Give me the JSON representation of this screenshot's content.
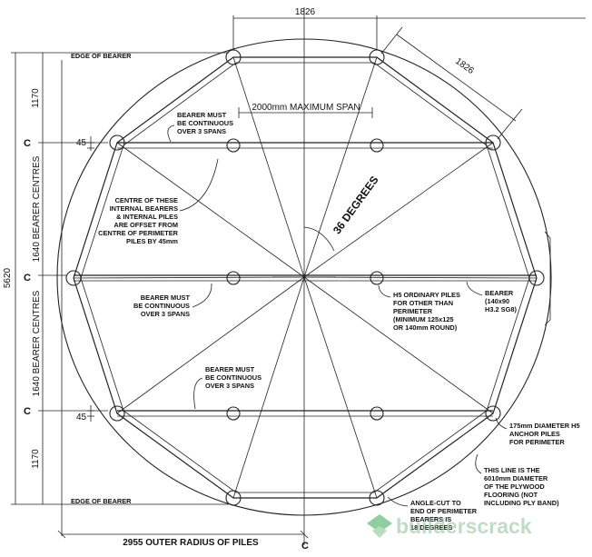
{
  "dimensions": {
    "top_pile_spacing": "1826",
    "diagonal_pile_spacing": "1826",
    "max_span": "2000mm MAXIMUM SPAN",
    "overall_height": "5620",
    "top_margin": "1170",
    "bottom_margin": "1170",
    "upper_bearer_centres": "1640 BEARER CENTRES",
    "lower_bearer_centres": "1640 BEARER CENTRES",
    "outer_radius": "2955 OUTER RADIUS OF PILES",
    "offset_top": "45",
    "offset_bottom": "45",
    "angle": "36 DEGREES"
  },
  "markers": {
    "c_upper": "C",
    "c_middle": "C",
    "c_lower": "C",
    "c_bottom": "C"
  },
  "labels": {
    "edge_top": "EDGE OF BEARER",
    "edge_bottom": "EDGE OF BEARER",
    "bearer_continuous_top": [
      "BEARER MUST",
      "BE CONTINUOUS",
      "OVER 3 SPANS"
    ],
    "bearer_continuous_mid": [
      "BEARER MUST",
      "BE CONTINUOUS",
      "OVER 3 SPANS"
    ],
    "bearer_continuous_low": [
      "BEARER MUST",
      "BE CONTINUOUS",
      "OVER 3 SPANS"
    ],
    "centre_offset": [
      "CENTRE OF THESE",
      "INTERNAL BEARERS",
      "& INTERNAL PILES",
      "ARE OFFSET FROM",
      "CENTRE OF PERIMETER",
      "PILES BY 45mm"
    ],
    "ordinary_piles": [
      "H5 ORDINARY PILES",
      "FOR OTHER THAN",
      "PERIMETER",
      "(MINIMUM 125x125",
      "OR 140mm ROUND)"
    ],
    "bearer_spec": [
      "BEARER",
      "(140x90",
      "H3.2 SG8)"
    ],
    "anchor_piles": [
      "175mm DIAMETER H5",
      "ANCHOR PILES",
      "FOR PERIMETER"
    ],
    "plywood_line": [
      "THIS LINE IS THE",
      "6010mm DIAMETER",
      "OF THE PLYWOOD",
      "FLOORING (NOT",
      "INCLUDING PLY BAND)"
    ],
    "angle_cut": [
      "ANGLE-CUT TO",
      "END OF PERIMETER",
      "BEARERS IS",
      "18 DEGREES"
    ]
  },
  "watermark": {
    "brand": "builderscrack",
    "color": "#3aa655"
  }
}
